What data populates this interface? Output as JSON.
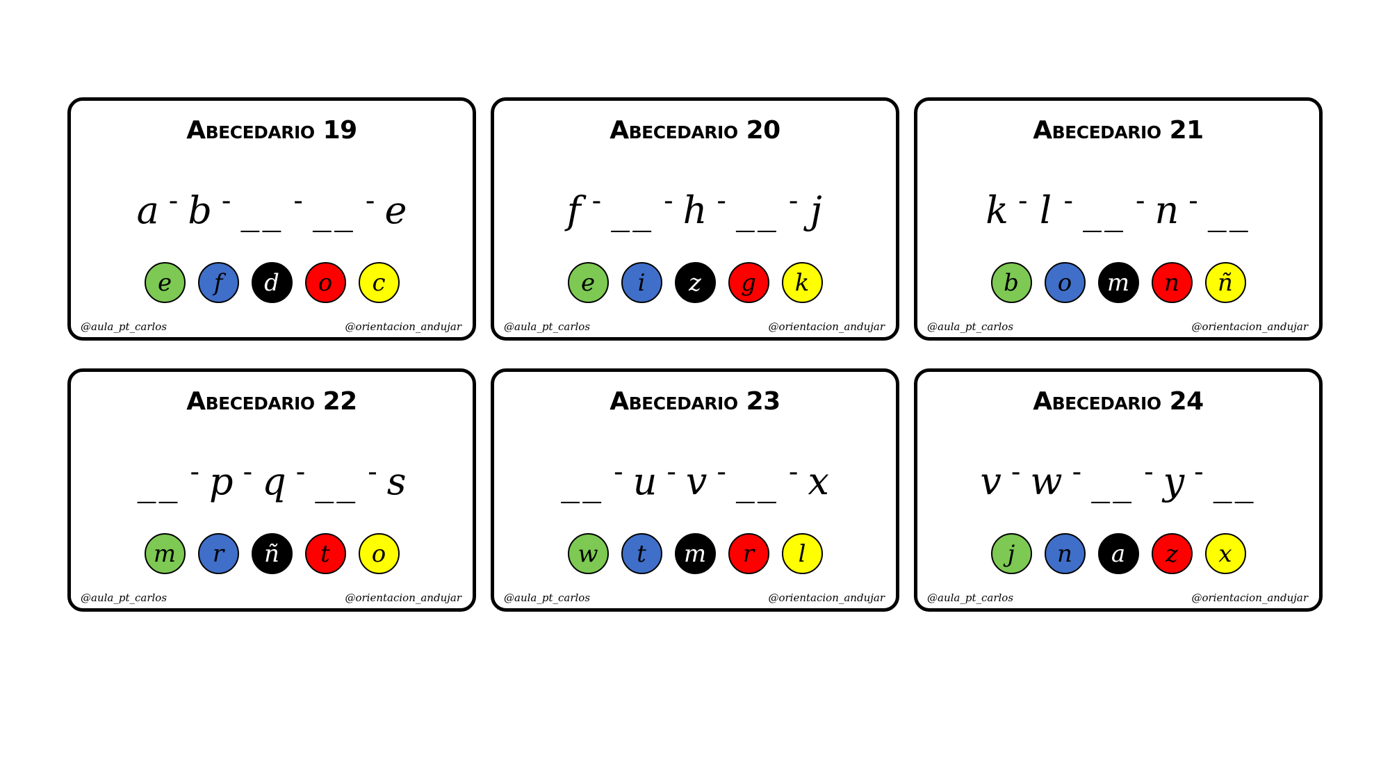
{
  "cards": [
    {
      "title": "Abecedario 19",
      "sequence": [
        "a",
        "b",
        "__",
        "__",
        "e"
      ],
      "options": [
        {
          "letter": "e",
          "color": "#7dc953"
        },
        {
          "letter": "f",
          "color": "#3f6fc8"
        },
        {
          "letter": "d",
          "color": "#000000"
        },
        {
          "letter": "o",
          "color": "#ff0000"
        },
        {
          "letter": "c",
          "color": "#ffff00"
        }
      ],
      "footer_left": "@aula_pt_carlos",
      "footer_right": "@orientacion_andujar"
    },
    {
      "title": "Abecedario 20",
      "sequence": [
        "f",
        "__",
        "h",
        "__",
        "j"
      ],
      "options": [
        {
          "letter": "e",
          "color": "#7dc953"
        },
        {
          "letter": "i",
          "color": "#3f6fc8"
        },
        {
          "letter": "z",
          "color": "#000000"
        },
        {
          "letter": "g",
          "color": "#ff0000"
        },
        {
          "letter": "k",
          "color": "#ffff00"
        }
      ],
      "footer_left": "@aula_pt_carlos",
      "footer_right": "@orientacion_andujar"
    },
    {
      "title": "Abecedario 21",
      "sequence": [
        "k",
        "l",
        "__",
        "n",
        "__"
      ],
      "options": [
        {
          "letter": "b",
          "color": "#7dc953"
        },
        {
          "letter": "o",
          "color": "#3f6fc8"
        },
        {
          "letter": "m",
          "color": "#000000"
        },
        {
          "letter": "n",
          "color": "#ff0000"
        },
        {
          "letter": "ñ",
          "color": "#ffff00"
        }
      ],
      "footer_left": "@aula_pt_carlos",
      "footer_right": "@orientacion_andujar"
    },
    {
      "title": "Abecedario 22",
      "sequence": [
        "__",
        "p",
        "q",
        "__",
        "s"
      ],
      "options": [
        {
          "letter": "m",
          "color": "#7dc953"
        },
        {
          "letter": "r",
          "color": "#3f6fc8"
        },
        {
          "letter": "ñ",
          "color": "#000000"
        },
        {
          "letter": "t",
          "color": "#ff0000"
        },
        {
          "letter": "o",
          "color": "#ffff00"
        }
      ],
      "footer_left": "@aula_pt_carlos",
      "footer_right": "@orientacion_andujar"
    },
    {
      "title": "Abecedario 23",
      "sequence": [
        "__",
        "u",
        "v",
        "__",
        "x"
      ],
      "options": [
        {
          "letter": "w",
          "color": "#7dc953"
        },
        {
          "letter": "t",
          "color": "#3f6fc8"
        },
        {
          "letter": "m",
          "color": "#000000"
        },
        {
          "letter": "r",
          "color": "#ff0000"
        },
        {
          "letter": "l",
          "color": "#ffff00"
        }
      ],
      "footer_left": "@aula_pt_carlos",
      "footer_right": "@orientacion_andujar"
    },
    {
      "title": "Abecedario 24",
      "sequence": [
        "v",
        "w",
        "__",
        "y",
        "__"
      ],
      "options": [
        {
          "letter": "j",
          "color": "#7dc953"
        },
        {
          "letter": "n",
          "color": "#3f6fc8"
        },
        {
          "letter": "a",
          "color": "#000000"
        },
        {
          "letter": "z",
          "color": "#ff0000"
        },
        {
          "letter": "x",
          "color": "#ffff00"
        }
      ],
      "footer_left": "@aula_pt_carlos",
      "footer_right": "@orientacion_andujar"
    }
  ]
}
